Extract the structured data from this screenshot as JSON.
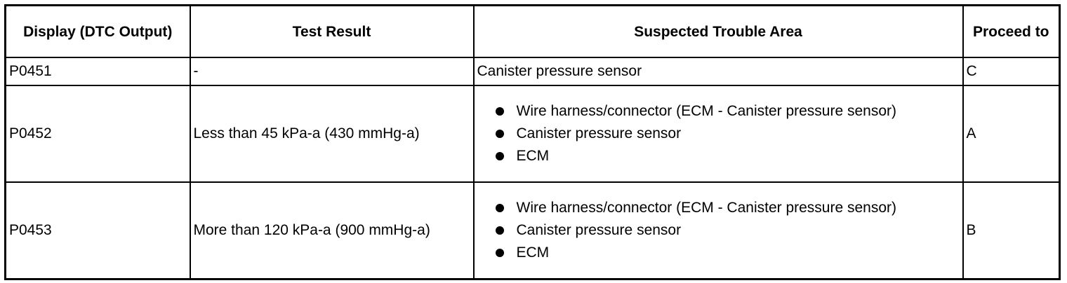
{
  "table": {
    "headers": [
      "Display (DTC Output)",
      "Test Result",
      "Suspected Trouble Area",
      "Proceed to"
    ],
    "rows": [
      {
        "dtc": "P0451",
        "result": "-",
        "areas": [
          "Canister pressure sensor"
        ],
        "areas_bulleted": false,
        "proceed": "C"
      },
      {
        "dtc": "P0452",
        "result": "Less than 45 kPa-a (430 mmHg-a)",
        "areas": [
          "Wire harness/connector (ECM - Canister pressure sensor)",
          "Canister pressure sensor",
          "ECM"
        ],
        "areas_bulleted": true,
        "proceed": "A"
      },
      {
        "dtc": "P0453",
        "result": "More than 120 kPa-a (900 mmHg-a)",
        "areas": [
          "Wire harness/connector (ECM - Canister pressure sensor)",
          "Canister pressure sensor",
          "ECM"
        ],
        "areas_bulleted": true,
        "proceed": "B"
      }
    ]
  }
}
